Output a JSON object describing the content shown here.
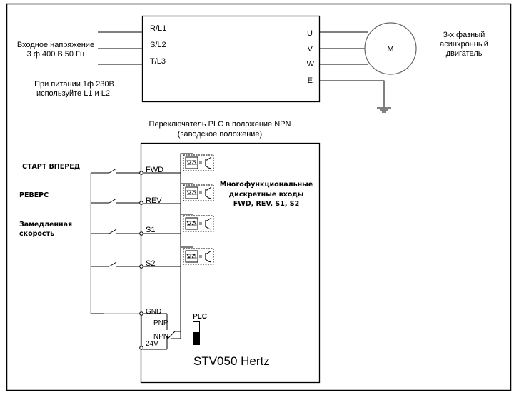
{
  "top_section": {
    "input_label_line1": "Входное напряжение",
    "input_label_line2": "3 ф 400 В 50 Гц",
    "note_line1": "При питании 1ф 230В",
    "note_line2": "используйте L1 и L2.",
    "input_terminals": [
      "R/L1",
      "S/L2",
      "T/L3"
    ],
    "output_terminals": [
      "U",
      "V",
      "W",
      "E"
    ],
    "motor_symbol": "M",
    "motor_label_line1": "3-х фазный",
    "motor_label_line2": "асинхронный",
    "motor_label_line3": "двигатель"
  },
  "bottom_section": {
    "header_line1": "Переключатель PLC в положение NPN",
    "header_line2": "(заводское положение)",
    "switch_labels": {
      "fwd": "СТАРТ ВПЕРЕД",
      "rev": "РЕВЕРС",
      "slow_line1": "Замедленная",
      "slow_line2": "скорость"
    },
    "input_terminals": [
      "FWD",
      "REV",
      "S1",
      "S2"
    ],
    "inputs_desc_line1": "Многофункциональные",
    "inputs_desc_line2": "дискретные входы",
    "inputs_desc_line3": "FWD, REV, S1, S2",
    "gnd_label": "GND",
    "pnp_label": "PNP",
    "npn_label": "NPN",
    "v24_label": "24V",
    "plc_label": "PLC",
    "plc_position": "NPN",
    "model_label": "STV050 Hertz"
  }
}
